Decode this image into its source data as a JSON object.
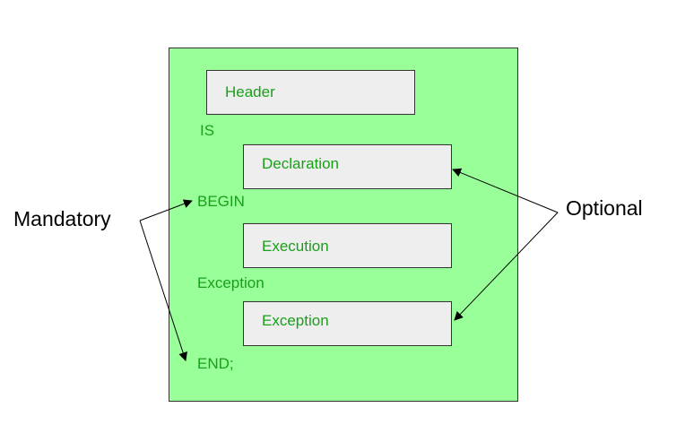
{
  "colors": {
    "panel_fill": "#99ff99",
    "box_fill": "#eeeeee",
    "keyword_text": "#19a019",
    "border": "#333333",
    "annotation_text": "#000000"
  },
  "block": {
    "header_box": "Header",
    "is_keyword": "IS",
    "declaration_box": "Declaration",
    "begin_keyword": "BEGIN",
    "execution_box": "Execution",
    "exception_keyword": "Exception",
    "exception_box": "Exception",
    "end_keyword": "END;"
  },
  "annotations": {
    "mandatory": "Mandatory",
    "optional": "Optional"
  }
}
